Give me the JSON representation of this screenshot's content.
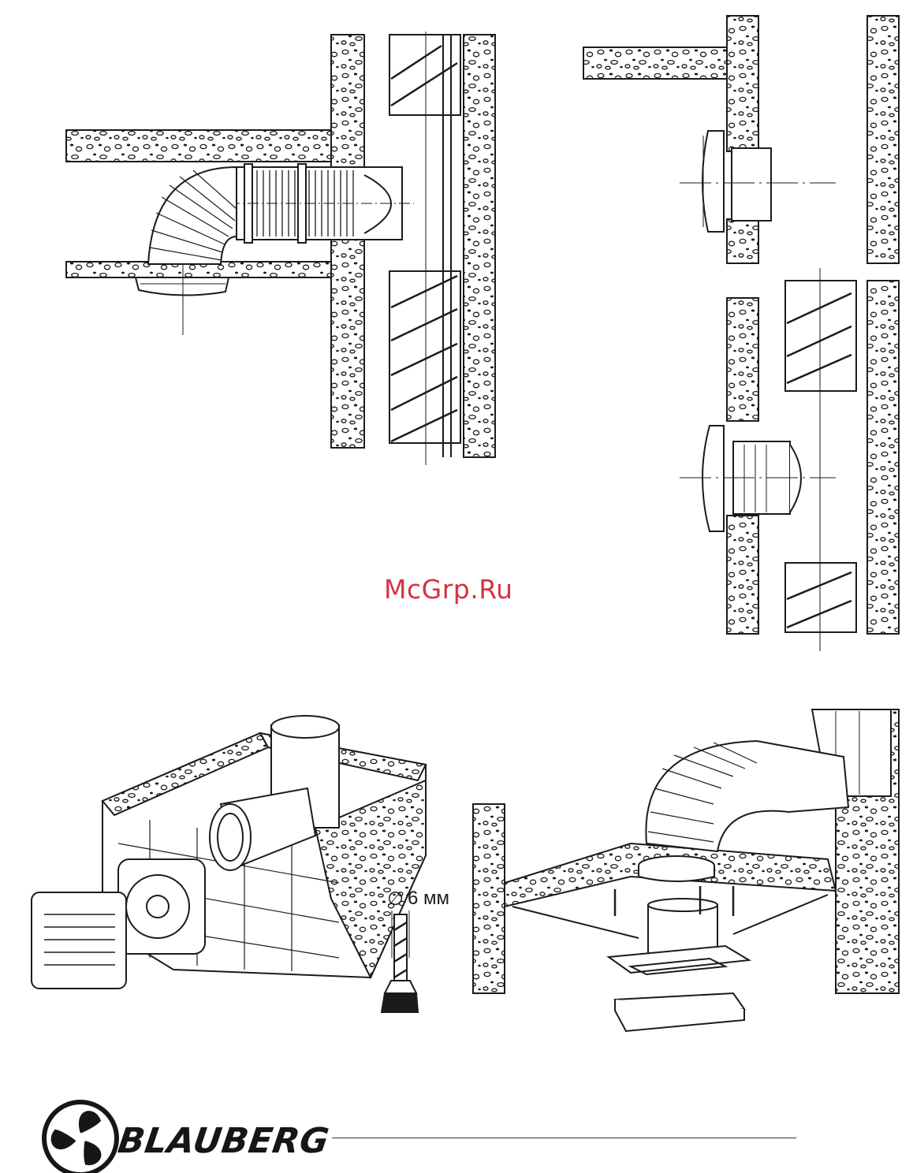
{
  "watermark": "McGrp.Ru",
  "drill": {
    "symbol": "∅",
    "size_label": "6 мм"
  },
  "brand": {
    "name": "BLAUBERG",
    "logo_icon": "fan-logo-icon"
  },
  "colors": {
    "ink": "#1b1b1b",
    "watermark": "#d6333f",
    "paper": "#ffffff"
  }
}
